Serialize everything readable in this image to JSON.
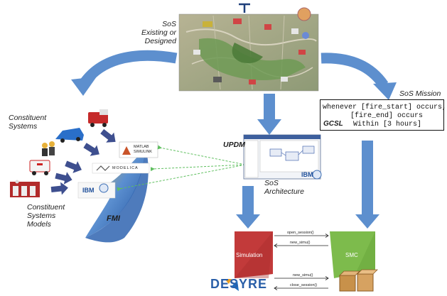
{
  "labels": {
    "sos_existing": [
      "SoS",
      "Existing or",
      "Designed"
    ],
    "constituent_systems": [
      "Constituent",
      "Systems"
    ],
    "constituent_models": [
      "Constituent",
      "Systems",
      "Models"
    ],
    "fmi": "FMI",
    "updm": "UPDM",
    "sos_architecture": [
      "SoS",
      "Architecture"
    ],
    "sos_mission": "SoS Mission",
    "gcsl": "GCSL",
    "simulation": "Simulation",
    "smc": "SMC",
    "desyre": "DESYRE"
  },
  "mission_text": [
    "whenever [fire_start] occurs,",
    "[fire_end] occurs",
    "Within [3 hours]"
  ],
  "messages": [
    "open_session()",
    "new_simu()",
    "new_simu()",
    "close_session()"
  ],
  "tools": [
    "MATLAB",
    "SIMULINK",
    "MODELICA",
    "IBM"
  ],
  "colors": {
    "arrow_blue": "#5d8fce",
    "simulation_red": "#c23a3a",
    "smc_green": "#7dbb4c",
    "fmi_blue": "#3d78c0",
    "fmi_orange": "#f0a020",
    "dashed_green": "#5fbf5f"
  }
}
